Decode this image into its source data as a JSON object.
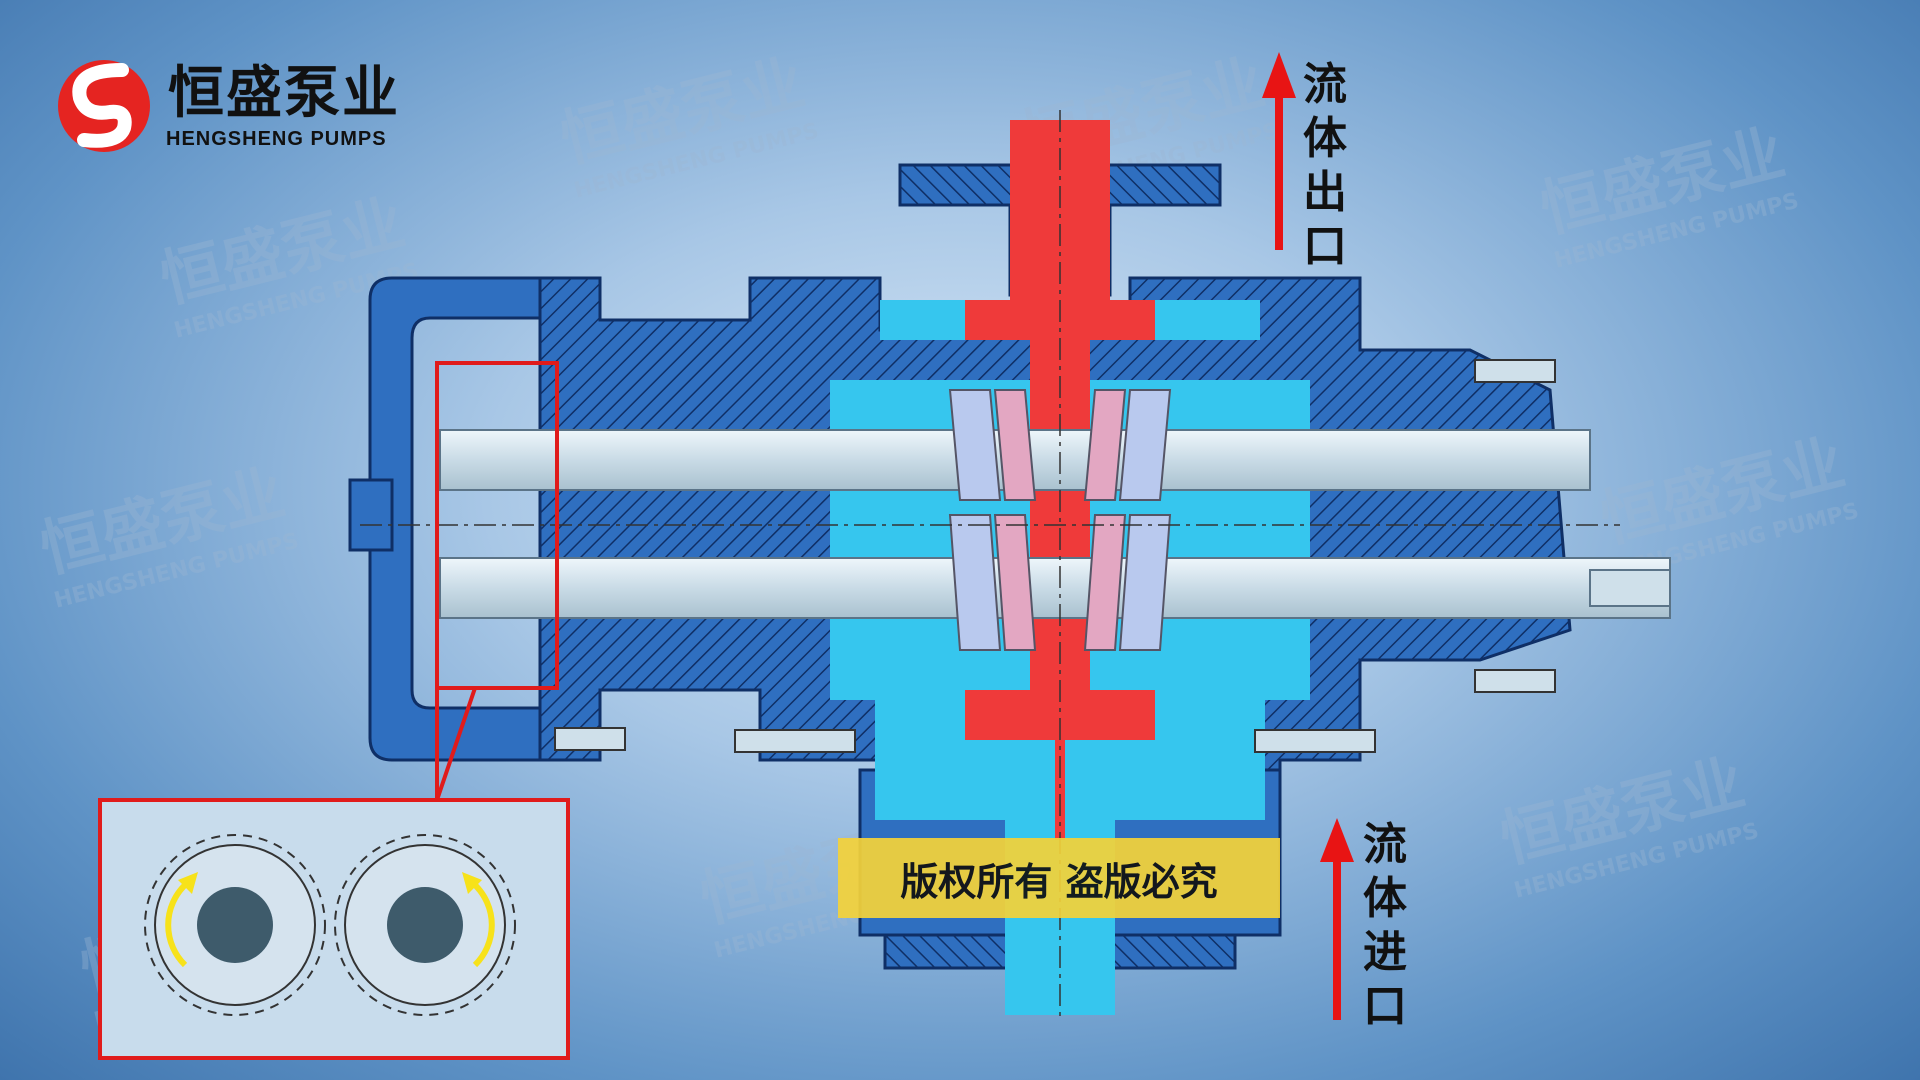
{
  "logo": {
    "title": "恒盛泵业",
    "subtitle": "HENGSHENG PUMPS"
  },
  "labels": {
    "outlet": "流体出口",
    "inlet": "流体进口"
  },
  "copyright": "版权所有 盗版必究",
  "watermark": {
    "title": "恒盛泵业",
    "subtitle": "HENGSHENG PUMPS"
  },
  "colors": {
    "housing": "#2f6fc0",
    "fluid_outlet": "#ef3a3a",
    "fluid_inlet": "#36c6ee",
    "shaft": "#cfe0ea",
    "gear_detail_border": "#e01b1b",
    "arrow": "#e81414",
    "copyright_bg": "#f3d23a"
  }
}
